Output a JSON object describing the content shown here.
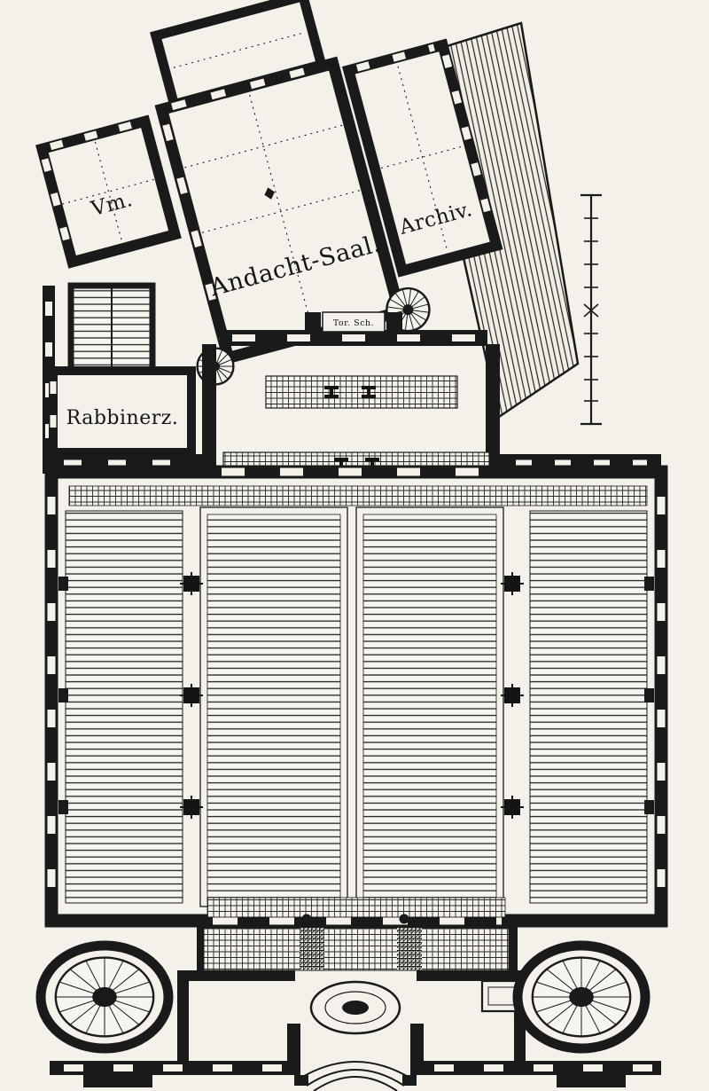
{
  "colors": {
    "paper": "#f4f1ea",
    "ink": "#1a1a1a"
  },
  "plan": {
    "rooms": {
      "vm": {
        "label": "Vm."
      },
      "andacht_saal": {
        "label": "Andacht-Saal."
      },
      "archiv": {
        "label": "Archiv."
      },
      "rabbinerzimmer": {
        "label": "Rabbinerz."
      },
      "tor_sch": {
        "label": "Tor. Sch."
      }
    }
  }
}
